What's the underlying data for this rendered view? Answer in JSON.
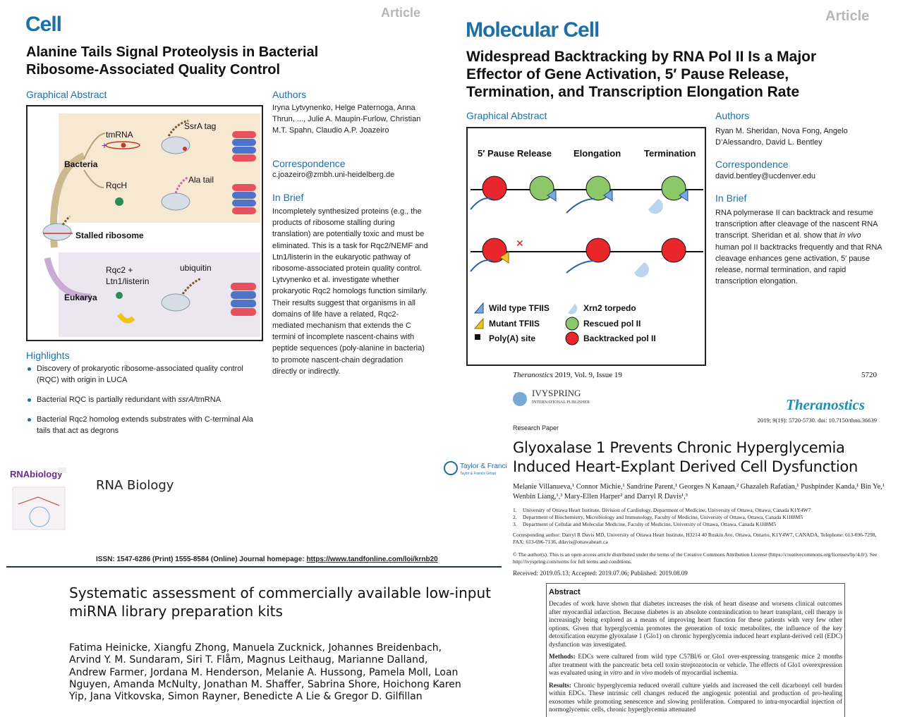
{
  "cell": {
    "journal": "Cell",
    "tag": "Article",
    "title": "Alanine Tails Signal Proteolysis in Bacterial Ribosome-Associated Quality Control",
    "graphical_abstract_heading": "Graphical Abstract",
    "figure_labels": {
      "tmrna": "tmRNA",
      "ssra": "SsrA tag",
      "bacteria": "Bacteria",
      "rqch": "RqcH",
      "ala_tail": "Ala tail",
      "stalled": "Stalled ribosome",
      "rqc2": "Rqc2 +",
      "ltn1": "Ltn1/listerin",
      "ubiquitin": "ubiquitin",
      "eukarya": "Eukarya"
    },
    "authors_heading": "Authors",
    "authors": "Iryna Lytvynenko, Helge Paternoga, Anna Thrun, ..., Julie A. Maupin-Furlow, Christian M.T. Spahn, Claudio A.P. Joazeiro",
    "correspondence_heading": "Correspondence",
    "correspondence": "c.joazeiro@zmbh.uni-heidelberg.de",
    "in_brief_heading": "In Brief",
    "in_brief": "Incompletely synthesized proteins (e.g., the products of ribosome stalling during translation) are potentially toxic and must be eliminated. This is a task for Rqc2/NEMF and Ltn1/listerin in the eukaryotic pathway of ribosome-associated protein quality control. Lytvynenko et al. investigate whether prokaryotic Rqc2 homologs function similarly. Their results suggest that organisms in all domains of life have a related, Rqc2-mediated mechanism that extends the C termini of incomplete nascent-chains with peptide sequences (poly-alanine in bacteria) to promote nascent-chain degradation directly or indirectly.",
    "highlights_heading": "Highlights",
    "highlights": [
      "Discovery of prokaryotic ribosome-associated quality control (RQC) with origin in LUCA",
      "Bacterial RQC is partially redundant with ssrA/tmRNA",
      "Bacterial Rqc2 homolog extends substrates with C-terminal Ala tails that act as degrons"
    ]
  },
  "molcell": {
    "journal": "Molecular Cell",
    "tag": "Article",
    "title": "Widespread Backtracking by RNA Pol II Is a Major Effector of Gene Activation, 5′ Pause Release, Termination, and Transcription Elongation Rate",
    "graphical_abstract_heading": "Graphical Abstract",
    "figure": {
      "col1": "5′ Pause Release",
      "col2": "Elongation",
      "col3": "Termination",
      "legend": [
        "Wild type TFIIS",
        "Mutant TFIIS",
        "Poly(A) site",
        "Xrn2 torpedo",
        "Rescued pol II",
        "Backtracked pol II"
      ]
    },
    "authors_heading": "Authors",
    "authors": "Ryan M. Sheridan, Nova Fong, Angelo D’Alessandro, David L. Bentley",
    "correspondence_heading": "Correspondence",
    "correspondence": "david.bentley@ucdenver.edu",
    "in_brief_heading": "In Brief",
    "in_brief_parts": [
      "RNA polymerase II can backtrack and resume transcription after cleavage of the nascent RNA transcript. Sheridan et al. show that ",
      "in vivo",
      " human pol II backtracks frequently and that RNA cleavage enhances gene activation, 5′ pause release, normal termination, and rapid transcription elongation."
    ]
  },
  "rnabio": {
    "logo": "RNAbiology",
    "journal": "RNA Biology",
    "publisher": "Taylor & Francis",
    "publisher_sub": "Taylor & Francis Group",
    "issn": "ISSN: 1547-6286 (Print) 1555-8584 (Online) Journal homepage: ",
    "homepage": "https://www.tandfonline.com/loi/krnb20",
    "title": "Systematic assessment of commercially available low-input miRNA library preparation kits",
    "authors": "Fatima Heinicke, Xiangfu Zhong, Manuela Zucknick, Johannes Breidenbach, Arvind Y. M. Sundaram, Siri T. Flåm, Magnus Leithaug, Marianne Dalland, Andrew Farmer, Jordana M. Henderson, Melanie A. Hussong, Pamela Moll, Loan Nguyen, Amanda McNulty, Jonathan M. Shaffer, Sabrina Shore, Hoichong Karen Yip, Jana Vitkovska, Simon Rayner, Benedicte A Lie & Gregor D. Gilfillan"
  },
  "thera": {
    "journal_italic": "Theranostics",
    "running": " 2019, Vol. 9, Issue 19",
    "page": "5720",
    "ivy_name": "IVYSPRING",
    "ivy_sub": "INTERNATIONAL PUBLISHER",
    "logo": "Theranostics",
    "citation": "2019; 9(19): 5720-5730. doi: 10.7150/thno.36639",
    "type": "Research Paper",
    "title": "Glyoxalase 1 Prevents Chronic Hyperglycemia Induced Heart-Explant Derived Cell Dysfunction",
    "authors": "Melanie Villanueva,¹ Connor Michie,¹ Sandrine Parent,¹ Georges N Kanaan,² Ghazaleh Rafatian,¹ Pushpinder Kanda,¹ Bin Ye,¹ Wenbin Liang,¹,³ Mary-Ellen Harper² and Darryl R Davis¹,³",
    "affiliations": [
      {
        "n": "1.",
        "text": "University of Ottawa Heart Institute, Division of Cardiology, Department of Medicine, University of Ottawa, Ottawa, Canada K1Y4W7"
      },
      {
        "n": "2.",
        "text": "Department of Biochemistry, Microbiology and Immunology, Faculty of Medicine, University of Ottawa, Ottawa, Canada K1H8M5"
      },
      {
        "n": "3.",
        "text": "Department of Cellular and Molecular Medicine, Faculty of Medicine, University of Ottawa, Ottawa, Canada K1H8M5"
      }
    ],
    "corresponding": "Corresponding author: Darryl R Davis MD, University of Ottawa Heart Institute, H3214 40 Ruskin Ave, Ottawa, Ontario, K1Y4W7, CANADA, Telephone: 613-696-7298, FAX: 613-696-7136, ddavis@ottawaheart.ca",
    "license": "© The author(s). This is an open access article distributed under the terms of the Creative Commons Attribution License (https://creativecommons.org/licenses/by/4.0/). See http://ivyspring.com/terms for full terms and conditions.",
    "dates": "Received: 2019.05.13; Accepted: 2019.07.06; Published: 2019.08.09",
    "abstract_heading": "Abstract",
    "abstract_p1": "Decades of work have shown that diabetes increases the risk of heart disease and worsens clinical outcomes after myocardial infarction. Because diabetes is an absolute contraindication to heart transplant, cell therapy is increasingly being explored as a means of improving heart function for these patients with very few other options. Given that hyperglycemia promotes the generation of toxic metabolites, the influence of the key detoxification enzyme glyoxalase 1 (Glo1) on chronic hyperglycemia induced heart explant-derived cell (EDC) dysfunction was investigated.",
    "methods_label": "Methods:",
    "methods_a": " EDCs were cultured from wild type C57Bl/6 or Glo1 over-expressing transgenic mice 2 months after treatment with the pancreatic beta cell toxin streptozotocin or vehicle. The effects of Glo1 overexpression was evaluated using ",
    "methods_i1": "in vitro",
    "methods_b": " and ",
    "methods_i2": "in vivo",
    "methods_c": " models of myocardial ischemia.",
    "results_label": "Results:",
    "results": " Chronic hyperglycemia reduced overall culture yields and increased the cell dicarbonyl cell burden within EDCs. These intrinsic cell changes reduced the angiogenic potential and production of pro-healing exosomes while promoting senescence and slowing proliferation. Compared to intra-myocardial injection of normoglycemic cells, chronic hyperglycemia attenuated"
  }
}
